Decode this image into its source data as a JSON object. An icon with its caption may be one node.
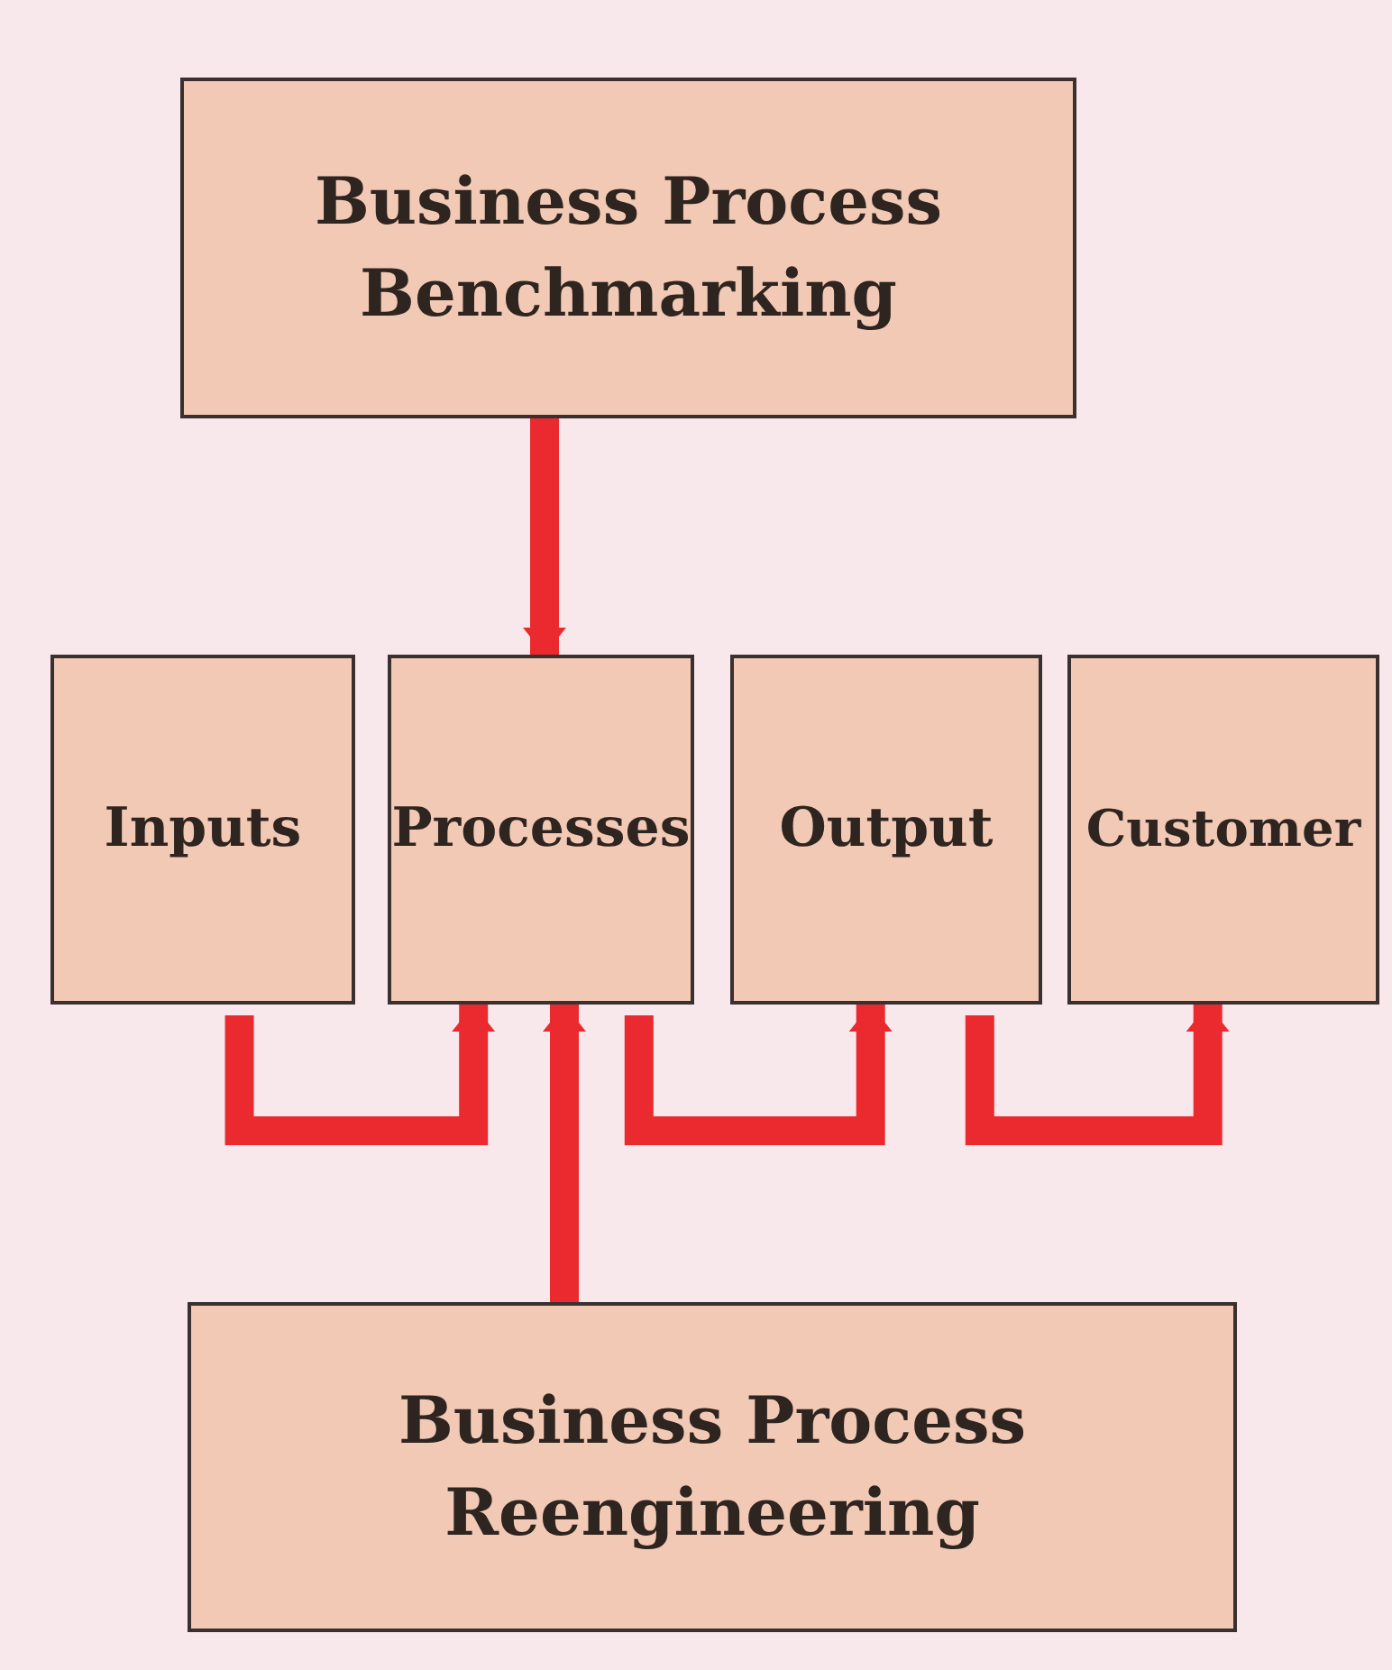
{
  "diagram": {
    "nodes": [
      {
        "text": [
          "Business Process Benchmarking"
        ]
      },
      {
        "text": [
          "Inputs"
        ]
      },
      {
        "text": [
          "Processes"
        ]
      },
      {
        "text": [
          "Output"
        ]
      },
      {
        "text": [
          "Customer"
        ]
      },
      {
        "text": [
          "Business Process Reengineering"
        ]
      }
    ],
    "edges": [
      {
        "from": 0,
        "to": 2,
        "arrow": "to"
      },
      {
        "from": 1,
        "to": 2,
        "arrow": "to"
      },
      {
        "from": 2,
        "to": 3,
        "arrow": "to"
      },
      {
        "from": 3,
        "to": 4,
        "arrow": "to"
      },
      {
        "from": 5,
        "to": 2,
        "arrow": "to"
      }
    ]
  }
}
